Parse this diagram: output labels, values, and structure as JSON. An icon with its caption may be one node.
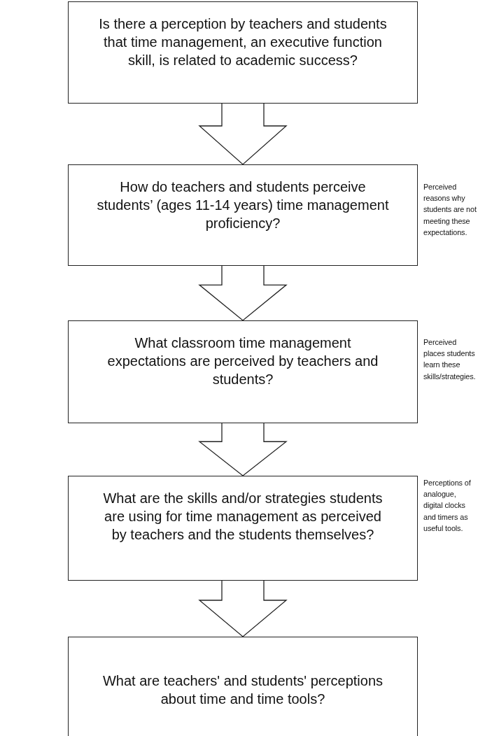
{
  "diagram": {
    "nodes": [
      {
        "text": [
          "Is there a perception by teachers and students that time management, an executive function skill, is related to academic success?"
        ]
      },
      {
        "text": [
          "How do teachers and students perceive students’ (ages 11-14 years) time management proficiency?"
        ],
        "beside": [
          "Perceived reasons why students are not meeting these expectations."
        ]
      },
      {
        "text": [
          "What classroom time management expectations are perceived by teachers and students?"
        ],
        "beside": [
          "Perceived places students learn these skills/strategies."
        ]
      },
      {
        "text": [
          "What are the skills and/or strategies students are using for time management as perceived by teachers and the students themselves?"
        ],
        "beside": [
          "Perceptions of analogue, digital clocks and timers as useful tools."
        ]
      },
      {
        "text": [
          "What are teachers' and students' perceptions about time and time tools?"
        ]
      }
    ],
    "edges": [
      {
        "from": 0,
        "to": 1,
        "arrow": "to"
      },
      {
        "from": 1,
        "to": 2,
        "arrow": "to"
      },
      {
        "from": 2,
        "to": 3,
        "arrow": "to"
      },
      {
        "from": 3,
        "to": 4,
        "arrow": "to"
      }
    ]
  }
}
